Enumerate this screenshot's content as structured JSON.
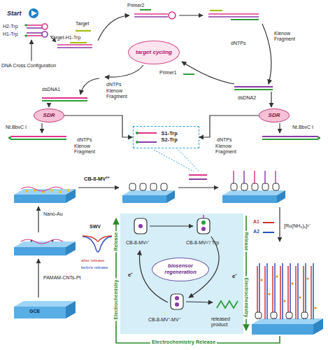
{
  "diagram": {
    "nodes": [
      {
        "text": [
          "target cycling"
        ]
      },
      {
        "text": [
          "SDR"
        ]
      },
      {
        "text": [
          "SDR"
        ]
      },
      {
        "text": [
          "S1-Trp",
          "S2-Trp"
        ]
      },
      {
        "text": [
          "biosensor regeneration"
        ]
      }
    ],
    "edges": [
      {
        "from": 1,
        "to": 3,
        "arrow": "to"
      },
      {
        "from": 2,
        "to": 3,
        "arrow": "to"
      }
    ],
    "labels": [
      "Start",
      "H2-Trp",
      "H1-Trp",
      "Target",
      "Target-H1-Trp",
      "Primer2",
      "Klenow Fragment",
      "dNTPs",
      "DNA Cross Configuration",
      "dNTPs",
      "Klenow Fragment",
      "dsDNA1",
      "Primer1",
      "dsDNA2",
      "Nt.BbvC I",
      "Nt.BbvC I",
      "dNTPs",
      "Klenow Fragment",
      "dNTPs",
      "Klenow Fragment",
      "CB-8-MV²⁺",
      "Nano-Au",
      "SWV",
      "after release",
      "before release",
      "PAMAM-CNTs-Pt",
      "GCE",
      "Electrochemistry",
      "Release",
      "CB-8-MV²⁺",
      "CB-8-MV²⁺/ Trp",
      "A1",
      "A2",
      "[Ru(NH₃)₆]³⁺",
      "e⁻",
      "e⁻",
      "CB-8-MV⁺-MV⁺",
      "released product",
      "Release",
      "Electrochemistry",
      "Electrochemistry Release"
    ]
  }
}
